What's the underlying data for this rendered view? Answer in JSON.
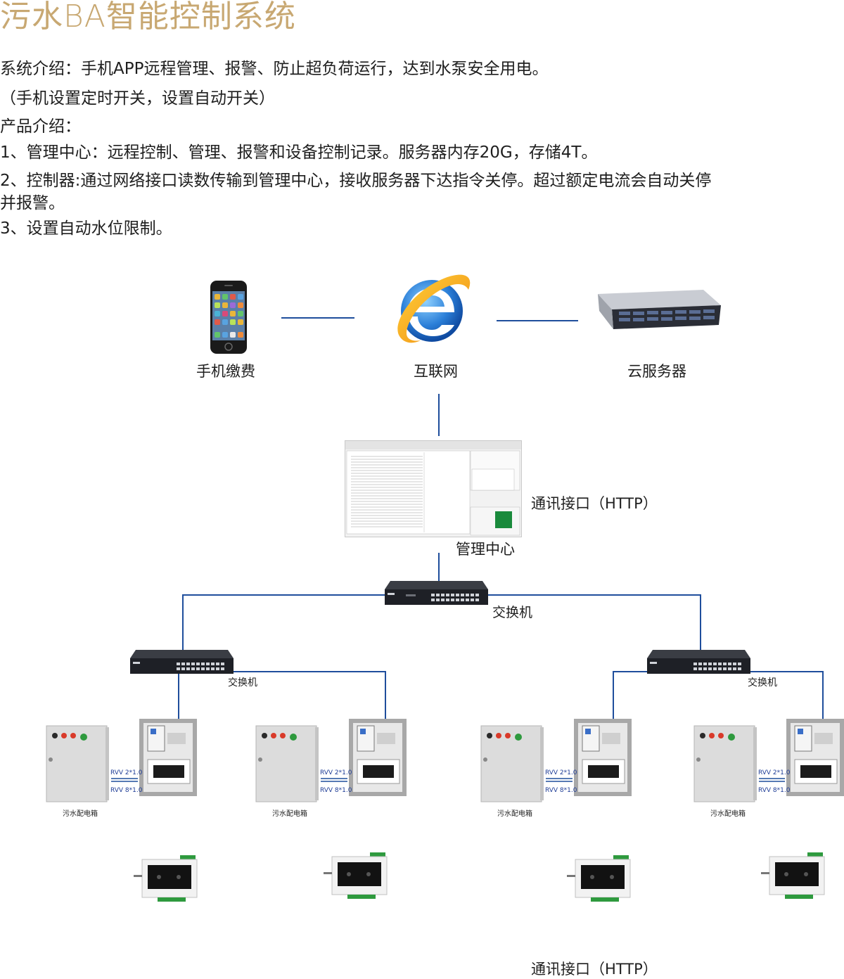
{
  "title": "污水BA智能控制系统",
  "intro": {
    "line1": "系统介绍：手机APP远程管理、报警、防止超负荷运行，达到水泵安全用电。",
    "line2": "（手机设置定时开关，设置自动开关）",
    "line3": "产品介绍：",
    "line4": "1、管理中心：远程控制、管理、报警和设备控制记录。服务器内存20G，存储4T。",
    "line5a": "2、控制器:通过网络接口读数传输到管理中心，接收服务器下达指令关停。超过额定电流会自动关停",
    "line5b": "并报警。",
    "line6": "3、设置自动水位限制。"
  },
  "diagram": {
    "phone_label": "手机缴费",
    "internet_label": "互联网",
    "cloud_label": "云服务器",
    "center_label": "管理中心",
    "http_label_top": "通讯接口（HTTP）",
    "main_switch_label": "交换机",
    "left_switch_label": "交换机",
    "right_switch_label": "交换机",
    "cabinet_label": "污水配电箱",
    "cable_a": "RVV 2*1.0",
    "cable_b": "RVV 8*1.0",
    "http_label_bottom": "通讯接口（HTTP）"
  },
  "colors": {
    "title": "#c8a872",
    "wire": "#1f4e9c"
  }
}
